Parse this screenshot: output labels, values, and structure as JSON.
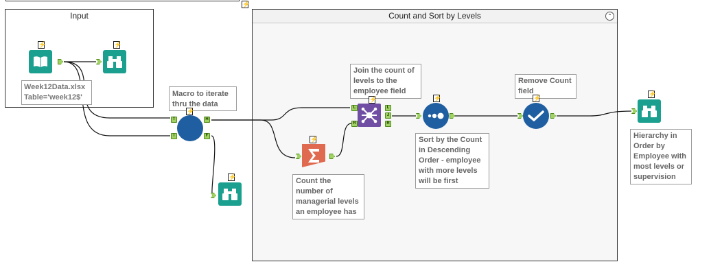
{
  "containers": {
    "input": {
      "title": "Input"
    },
    "count_sort": {
      "title": "Count and Sort by Levels",
      "collapse_glyph": "⌃"
    }
  },
  "annotations": {
    "input_file": "Week12Data.xlsx\nTable='week12$'",
    "macro": "Macro to iterate\nthru the data",
    "join": "Join the count of\nlevels to the\nemployee field",
    "summarize": "Count the\nnumber of\nmanagerial levels\nan employee has",
    "sort": "Sort by the Count\nin Descending\nOrder - employee\nwith more levels\nwill be first",
    "select": "Remove Count\nfield",
    "browse_final": "Hierarchy in\nOrder by\nEmployee with\nmost levels or\nsupervision"
  },
  "badges": {
    "glyph": "⚡"
  },
  "anchors": {
    "macro_in_top": "T",
    "macro_in_bottom": "I",
    "macro_out_top": "H",
    "macro_out_bottom": "F",
    "join_in_left": "L",
    "join_in_right": "R",
    "join_out_left": "L",
    "join_out_join": "J",
    "join_out_right": "R"
  },
  "colors": {
    "browse": "#1b9f8f",
    "input": "#1b9f8f",
    "macro": "#1f5ea0",
    "summarize": "#e06a4f",
    "join": "#6f4ea3",
    "sort": "#1f5ea0",
    "select": "#1f5ea0",
    "wire": "#111111"
  },
  "icons": {
    "input_tool": "book-icon",
    "browse_tool": "binoculars-icon",
    "macro_tool": "circle-macro-icon",
    "summarize_tool": "sigma-icon",
    "join_tool": "join-icon",
    "sort_tool": "sort-dots-icon",
    "select_tool": "checkmark-icon"
  }
}
